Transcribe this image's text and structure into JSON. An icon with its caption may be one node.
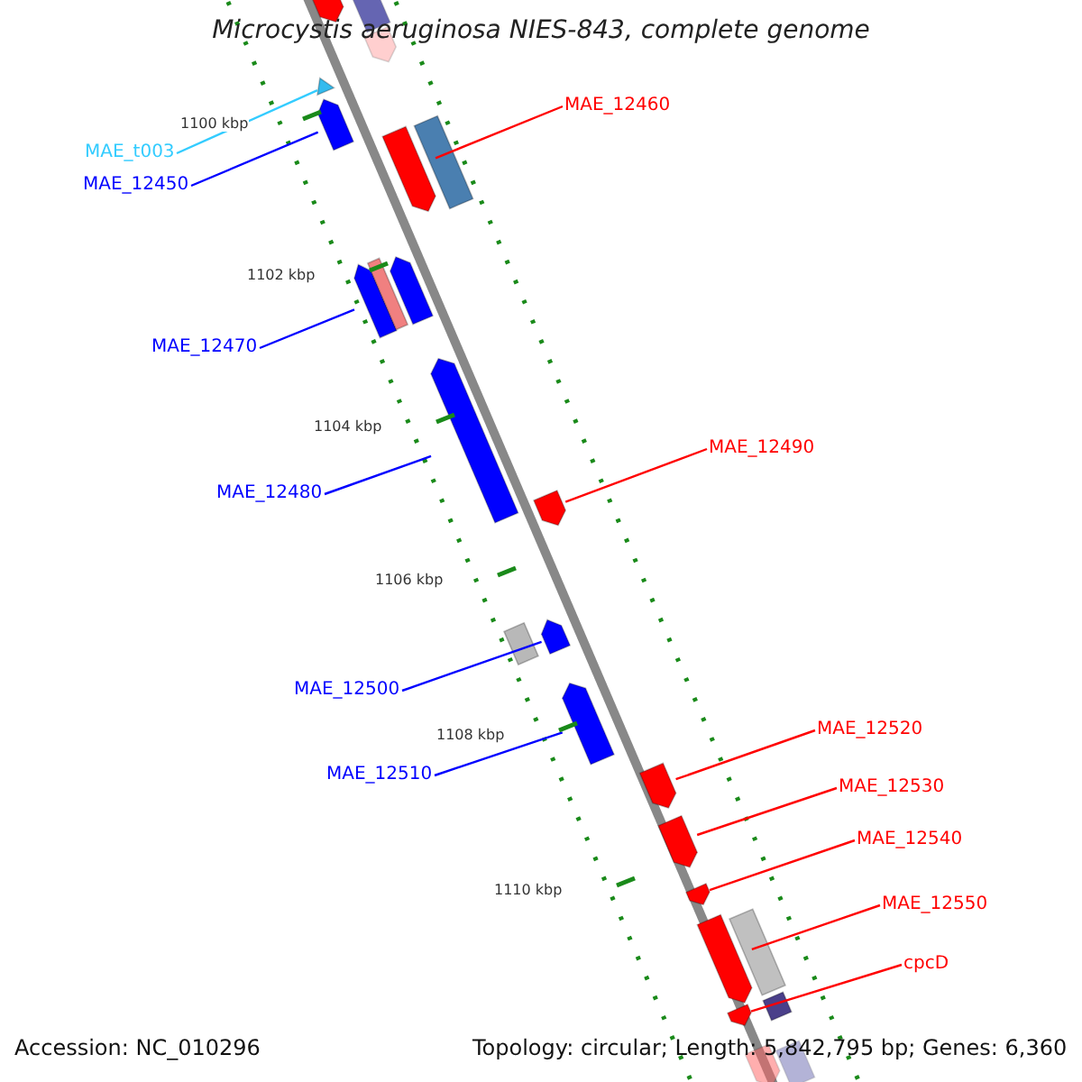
{
  "diagram": {
    "title": "Microcystis aeruginosa NIES-843, complete genome",
    "nodes": [
      {
        "text": [
          "MAE_t003"
        ]
      },
      {
        "text": [
          "MAE_12450"
        ]
      },
      {
        "text": [
          "MAE_12460"
        ]
      },
      {
        "text": [
          "MAE_12470"
        ]
      },
      {
        "text": [
          "MAE_12480"
        ]
      },
      {
        "text": [
          "MAE_12490"
        ]
      },
      {
        "text": [
          "MAE_12500"
        ]
      },
      {
        "text": [
          "MAE_12510"
        ]
      },
      {
        "text": [
          "MAE_12520"
        ]
      },
      {
        "text": [
          "MAE_12530"
        ]
      },
      {
        "text": [
          "MAE_12540"
        ]
      },
      {
        "text": [
          "MAE_12550"
        ]
      },
      {
        "text": [
          "cpcD"
        ]
      },
      {
        "text": [],
        "shape": "pentagon"
      },
      {
        "text": [],
        "shape": "box"
      },
      {
        "text": [],
        "shape": "pentagon"
      },
      {
        "text": [],
        "shape": "triangle"
      },
      {
        "text": [],
        "shape": "pentagon"
      },
      {
        "text": [],
        "shape": "box"
      },
      {
        "text": [],
        "shape": "pentagon"
      },
      {
        "text": [],
        "shape": "pentagon"
      },
      {
        "text": [],
        "shape": "box"
      },
      {
        "text": [],
        "shape": "pentagon"
      },
      {
        "text": [],
        "shape": "pentagon"
      },
      {
        "text": [],
        "shape": "pentagon"
      },
      {
        "text": [],
        "shape": "box"
      },
      {
        "text": [],
        "shape": "pentagon"
      },
      {
        "text": [],
        "shape": "pentagon"
      },
      {
        "text": [],
        "shape": "pentagon"
      },
      {
        "text": [],
        "shape": "pentagon"
      },
      {
        "text": [],
        "shape": "pentagon"
      },
      {
        "text": [],
        "shape": "box"
      },
      {
        "text": [],
        "shape": "pentagon"
      },
      {
        "text": [],
        "shape": "box"
      },
      {
        "text": [],
        "shape": "pentagon"
      },
      {
        "text": [],
        "shape": "pentagon"
      },
      {
        "text": [],
        "shape": "box"
      }
    ],
    "edges": [
      {
        "from": 0,
        "to": 16,
        "arrow": "none",
        "color": "#33ccff"
      },
      {
        "from": 1,
        "to": 17,
        "arrow": "none",
        "color": "#0000ff"
      },
      {
        "from": 2,
        "to": 19,
        "arrow": "none"
      },
      {
        "from": 3,
        "to": 20,
        "arrow": "none",
        "color": "#0000ff"
      },
      {
        "from": 4,
        "to": 23,
        "arrow": "none",
        "color": "#0000ff"
      },
      {
        "from": 5,
        "to": 24,
        "arrow": "none"
      },
      {
        "from": 6,
        "to": 26,
        "arrow": "none",
        "color": "#0000ff"
      },
      {
        "from": 7,
        "to": 27,
        "arrow": "none",
        "color": "#0000ff"
      },
      {
        "from": 8,
        "to": 28,
        "arrow": "none"
      },
      {
        "from": 9,
        "to": 29,
        "arrow": "none"
      },
      {
        "from": 10,
        "to": 30,
        "arrow": "none"
      },
      {
        "from": 11,
        "to": 32,
        "arrow": "none"
      },
      {
        "from": 12,
        "to": 34,
        "arrow": "none"
      }
    ],
    "labels": [
      "1100 kbp",
      "1102 kbp",
      "1104 kbp",
      "1106 kbp",
      "1108 kbp",
      "1110 kbp",
      "Accession: NC_010296",
      "Topology: circular; Length: 5,842,795 bp; Genes: 6,360"
    ]
  }
}
